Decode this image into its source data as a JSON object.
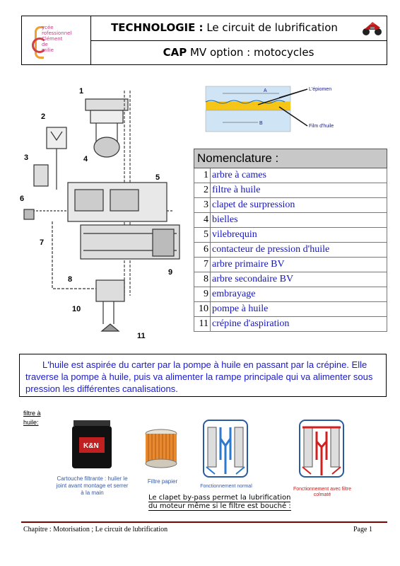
{
  "header": {
    "logo_text": [
      "ycée",
      "rofessionnel",
      "Clément",
      "de",
      "milie"
    ],
    "title_bold": "TECHNOLOGIE :",
    "title_rest": " Le circuit de lubrification",
    "subtitle_bold": "CAP",
    "subtitle_rest": " MV option : motocycles"
  },
  "schematic": {
    "labels": [
      "1",
      "2",
      "3",
      "4",
      "5",
      "6",
      "7",
      "8",
      "9",
      "10",
      "11"
    ]
  },
  "film_diagram": {
    "label_a": "A",
    "label_b": "B",
    "label_epiomen": "L'épiomen",
    "label_film": "Film d'huile"
  },
  "nomenclature": {
    "title": "Nomenclature :",
    "rows": [
      {
        "num": "1",
        "label": "arbre à cames"
      },
      {
        "num": "2",
        "label": "filtre à huile"
      },
      {
        "num": "3",
        "label": "clapet de surpression"
      },
      {
        "num": "4",
        "label": "bielles"
      },
      {
        "num": "5",
        "label": "vilebrequin"
      },
      {
        "num": "6",
        "label": "contacteur de pression d'huile"
      },
      {
        "num": "7",
        "label": "arbre primaire BV"
      },
      {
        "num": "8",
        "label": "arbre secondaire BV"
      },
      {
        "num": "9",
        "label": "embrayage"
      },
      {
        "num": "10",
        "label": "pompe à huile"
      },
      {
        "num": "11",
        "label": "crépine d'aspiration"
      }
    ]
  },
  "description": "L'huile est aspirée du carter par la pompe à huile en passant par la crépine. Elle traverse la pompe à huile, puis va alimenter la rampe principale qui va alimenter sous pression les différentes canalisations.",
  "filter_section": {
    "label": "filtre à huile:",
    "cartouche_caption": "Cartouche filtrante : huiler le joint avant montage et serrer à la main",
    "papier_caption": "Filtre papier",
    "normal_caption": "Fonctionnement normal",
    "colmate_caption": "Fonctionnement avec filtre colmaté",
    "clapet_note": "Le clapet by-pass permet la lubrification du moteur même si le filtre est bouché :"
  },
  "footer": {
    "left": "Chapitre : Motorisation ; Le circuit de lubrification",
    "right": "Page 1"
  },
  "colors": {
    "blue_text": "#1515c0",
    "footer_rule": "#800000",
    "table_header": "#c8c8c8",
    "oil_film": "#f5c518"
  }
}
